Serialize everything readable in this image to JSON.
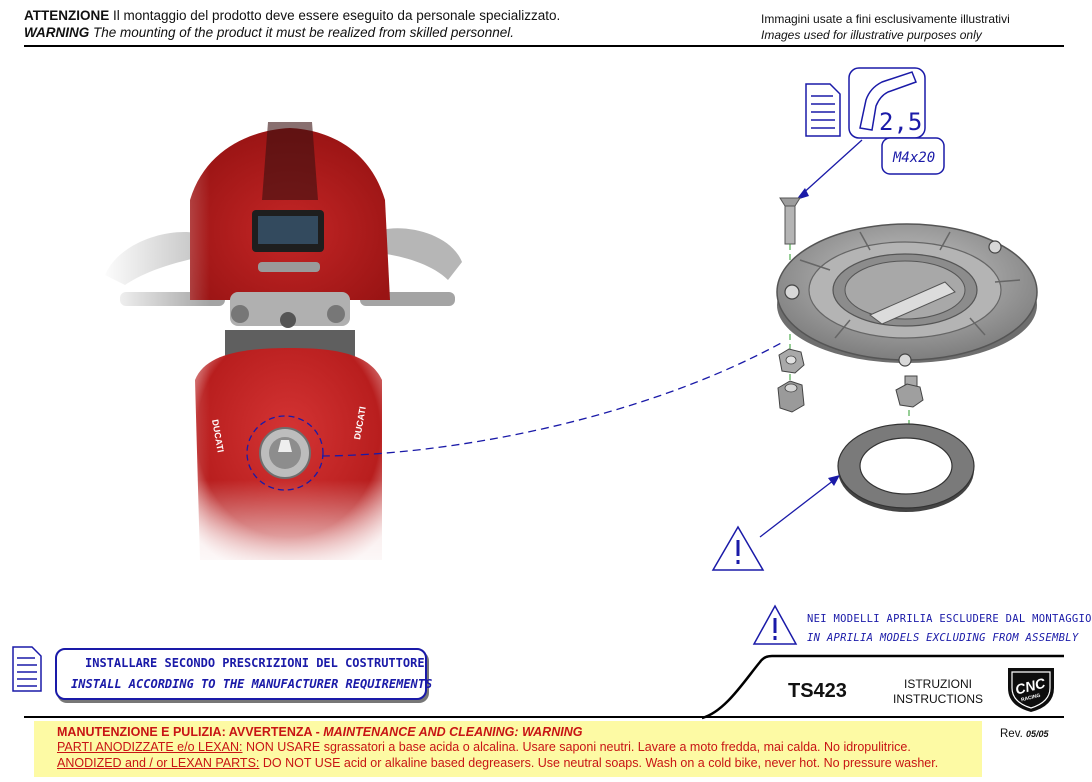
{
  "header": {
    "warning_it_label": "ATTENZIONE",
    "warning_it_text": " Il montaggio del prodotto deve essere eseguito da personale specializzato.",
    "warning_en_label": "WARNING",
    "warning_en_text": " The mounting of the product it must be realized from skilled personnel.",
    "images_note_it": "Immagini usate a fini esclusivamente illustrativi",
    "images_note_en": "Images used for illustrative purposes only"
  },
  "illustration": {
    "allen_key_size": "2,5",
    "screw_spec": "M4x20",
    "bike_brand_text": "DUCATI"
  },
  "aprilia_note": {
    "it": "NEI MODELLI APRILIA ESCLUDERE DAL MONTAGGIO",
    "en": "IN APRILIA MODELS EXCLUDING FROM ASSEMBLY"
  },
  "install_note": {
    "it": "INSTALLARE SECONDO PRESCRIZIONI DEL COSTRUTTORE",
    "en": "INSTALL ACCORDING TO THE MANUFACTURER REQUIREMENTS"
  },
  "title_block": {
    "code": "TS423",
    "doc_type_it": "ISTRUZIONI",
    "doc_type_en": "INSTRUCTIONS",
    "logo_text": "CNC",
    "logo_sub": "RACING"
  },
  "maintenance": {
    "title_it": "MANUTENZIONE E PULIZIA: AVVERTENZA - ",
    "title_en": "MAINTENANCE AND CLEANING: WARNING",
    "line1_label": "PARTI ANODIZZATE  e/o LEXAN:",
    "line1_text": "  NON USARE sgrassatori a base acida o alcalina. Usare saponi neutri. Lavare a moto fredda, mai calda. No idropulitrice.",
    "line2_label": "ANODIZED and / or LEXAN PARTS:",
    "line2_text": " DO NOT USE acid or alkaline based degreasers. Use neutral soaps. Wash on a cold bike, never hot. No pressure washer."
  },
  "revision": {
    "label": "Rev. ",
    "value": "05/05"
  }
}
